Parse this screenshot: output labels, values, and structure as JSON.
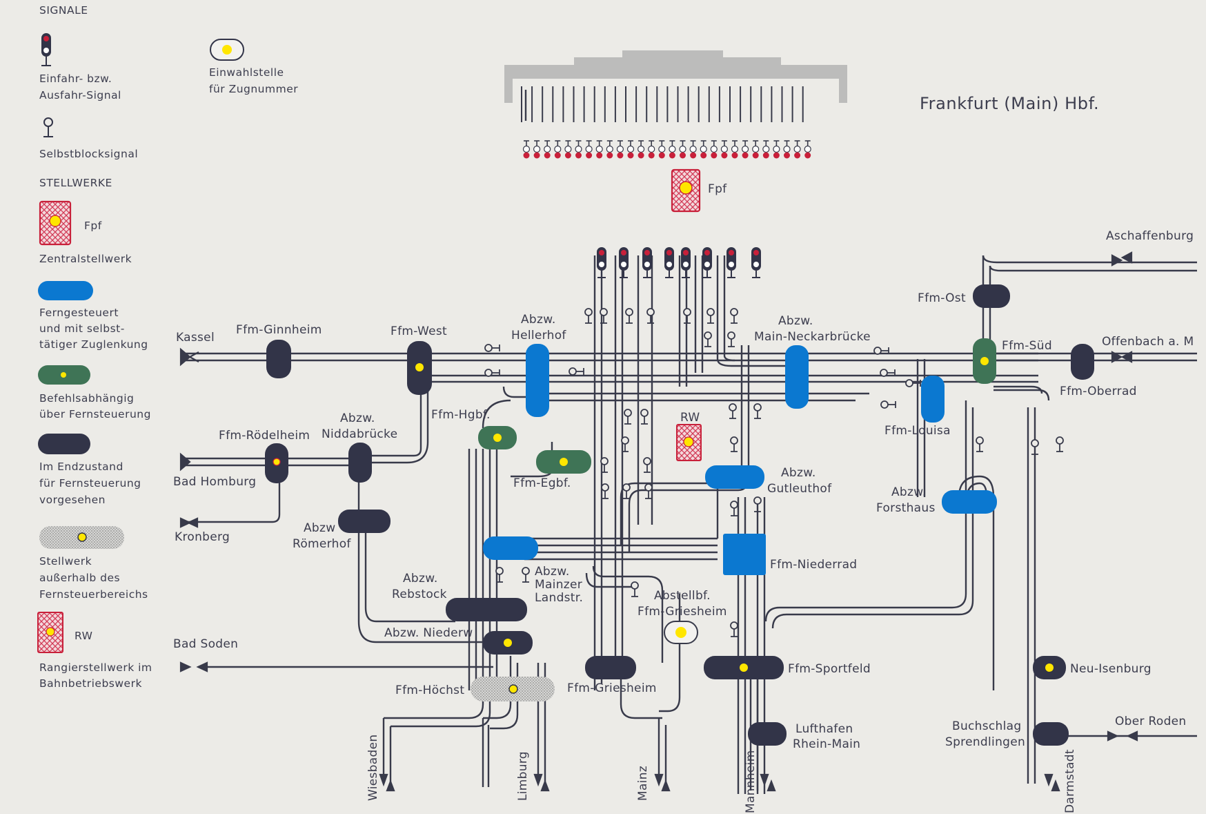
{
  "title": "Frankfurt (Main) Hbf.",
  "colors": {
    "background": "#ecebe7",
    "track": "#383a4a",
    "remote_auto": "#0b78d0",
    "command_dependent": "#3f7456",
    "final_state": "#323448",
    "outside_range": "#bdbdbd",
    "signal_red": "#c8203a",
    "yellow_dot": "#ffe600"
  },
  "legend": {
    "signals_header": "SIGNALE",
    "entry_exit_signal": [
      "Einfahr- bzw.",
      "Ausfahr-Signal"
    ],
    "dial_point": [
      "Einwahlstelle",
      "für Zugnummer"
    ],
    "block_signal": "Selbstblocksignal",
    "interlocking_header": "STELLWERKE",
    "central_abbr": "Fpf",
    "central": "Zentralstellwerk",
    "remote_auto": [
      "Ferngesteuert",
      "und mit selbst-",
      "tätiger Zuglenkung"
    ],
    "command_dependent": [
      "Befehlsabhängig",
      "über Fernsteuerung"
    ],
    "final_state": [
      "Im Endzustand",
      "für Fernsteuerung",
      "vorgesehen"
    ],
    "outside": [
      "Stellwerk",
      "außerhalb des",
      "Fernsteuerbereichs"
    ],
    "shunting_abbr": "RW",
    "shunting": [
      "Rangierstellwerk im",
      "Bahnbetriebswerk"
    ]
  },
  "stations": {
    "fpf": "Fpf",
    "ginnheim": "Ffm-Ginnheim",
    "west": "Ffm-West",
    "hellerhof": [
      "Abzw.",
      "Hellerhof"
    ],
    "mainneckar": [
      "Abzw.",
      "Main-Neckarbrücke"
    ],
    "ost": "Ffm-Ost",
    "sued": "Ffm-Süd",
    "oberrad": "Ffm-Oberrad",
    "louisa": "Ffm-Louisa",
    "hgbf": "Ffm-Hgbf.",
    "egbf": "Ffm-Egbf.",
    "rw": "RW",
    "gutleuthof": [
      "Abzw.",
      "Gutleuthof"
    ],
    "forsthaus": [
      "Abzw.",
      "Forsthaus"
    ],
    "roedelheim": "Ffm-Rödelheim",
    "niddabruecke": [
      "Abzw.",
      "Niddabrücke"
    ],
    "roemerhof": [
      "Abzw",
      "Römerhof"
    ],
    "niederrad": "Ffm-Niederrad",
    "rebstock": [
      "Abzw.",
      "Rebstock"
    ],
    "mainzer": [
      "Abzw.",
      "Mainzer",
      "Landstr."
    ],
    "niederw": "Abzw. Niederw",
    "abstellbf": [
      "Abstellbf.",
      "Ffm-Griesheim"
    ],
    "hoechst": "Ffm-Höchst",
    "griesheim": "Ffm-Griesheim",
    "sportfeld": "Ffm-Sportfeld",
    "flughafen": [
      "Lufthafen",
      "Rhein-Main"
    ],
    "neuisenburg": "Neu-Isenburg",
    "buchschlag": [
      "Buchschlag",
      "Sprendlingen"
    ]
  },
  "destinations": {
    "kassel": "Kassel",
    "bad_homburg": "Bad Homburg",
    "kronberg": "Kronberg",
    "bad_soden": "Bad Soden",
    "aschaffenburg": "Aschaffenburg",
    "offenbach": "Offenbach a. M",
    "ober_roden": "Ober Roden",
    "wiesbaden": "Wiesbaden",
    "limburg": "Limburg",
    "mainz": "Mainz",
    "mannheim": "Mannheim",
    "darmstadt": "Darmstadt"
  }
}
